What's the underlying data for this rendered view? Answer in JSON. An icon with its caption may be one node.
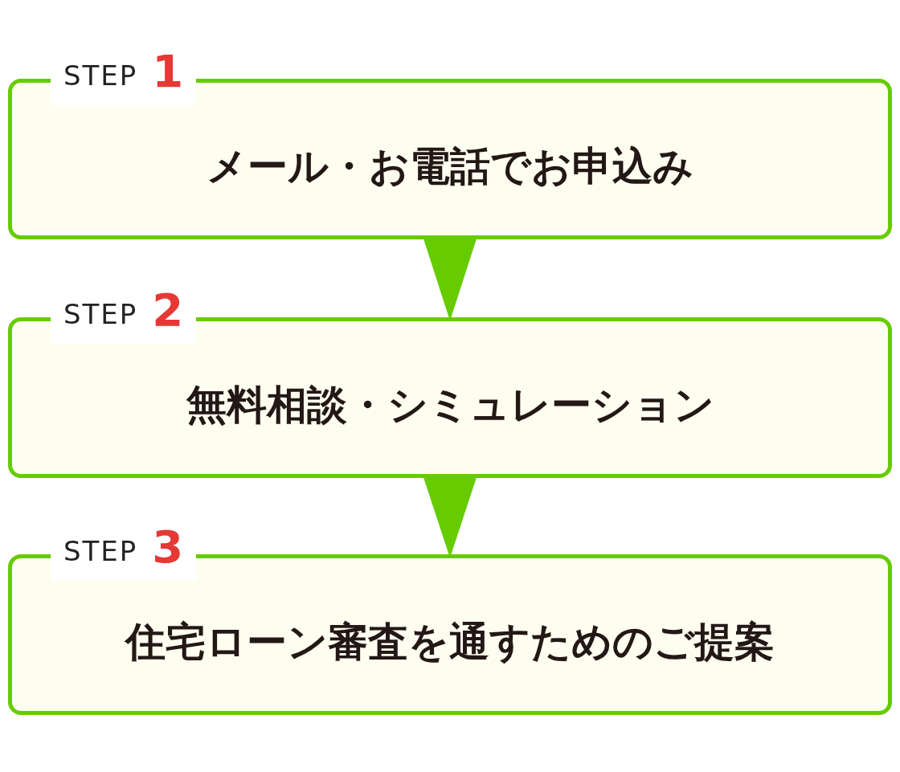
{
  "diagram": {
    "nodes": [
      {
        "text": [
          "STEP",
          "1",
          "メール・お電話でお申込み"
        ]
      },
      {
        "text": [
          "STEP",
          "2",
          "無料相談・シミュレーション"
        ]
      },
      {
        "text": [
          "STEP",
          "3",
          "住宅ローン審査を通すためのご提案"
        ]
      }
    ],
    "edges": [
      {
        "from": 0,
        "to": 1,
        "arrow": "to"
      },
      {
        "from": 1,
        "to": 2,
        "arrow": "to"
      }
    ]
  }
}
